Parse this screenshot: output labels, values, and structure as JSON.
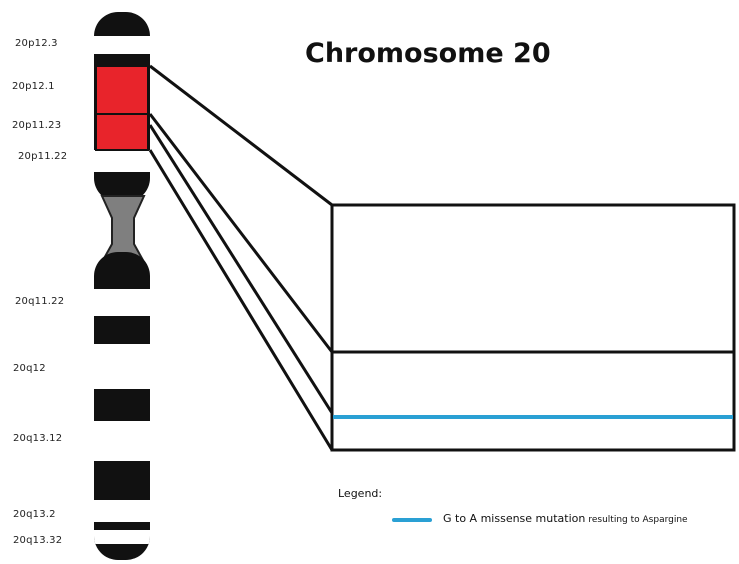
{
  "title": "Chromosome 20",
  "band_labels": [
    "20p12.3",
    "20p12.1",
    "20p11.23",
    "20p11.22",
    "20q11.22",
    "20q12",
    "20q13.12",
    "20q13.2",
    "20q13.32"
  ],
  "highlighted_bands": [
    "20p12.1",
    "20p11.23"
  ],
  "legend": {
    "heading": "Legend:",
    "main_text": "G to A missense mutation",
    "sub_text": "resulting to Aspargine"
  },
  "colors": {
    "highlight": "#e8242b",
    "centromere": "#7f7f7f",
    "mutation_line": "#2aa0d4",
    "band_dark": "#111111",
    "band_light": "#ffffff"
  }
}
